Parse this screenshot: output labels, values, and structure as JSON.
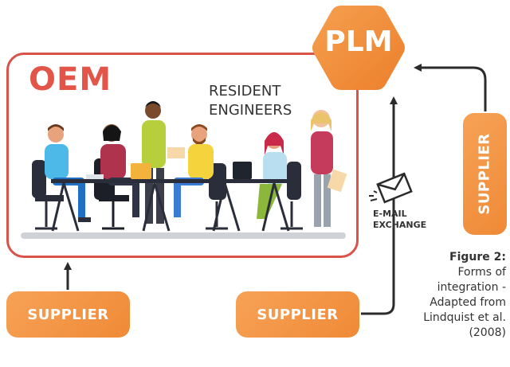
{
  "oem": {
    "title": "OEM"
  },
  "resident": {
    "line1": "RESIDENT",
    "line2": "ENGINEERS"
  },
  "plm": {
    "label": "PLM"
  },
  "suppliers": {
    "left": "SUPPLIER",
    "middle": "SUPPLIER",
    "right": "SUPPLIER"
  },
  "email": {
    "line1": "E-MAIL",
    "line2": "EXCHANGE"
  },
  "caption": {
    "title": "Figure 2:",
    "lines": [
      "Forms of",
      "integration -",
      "Adapted from",
      "Lindquist et al.",
      "(2008)"
    ]
  },
  "colors": {
    "oem_red": "#e25548",
    "frame_red": "#d9534a",
    "plm_orange": "#f08a36",
    "supplier_orange": "#f2913f",
    "arrow": "#2b2b2b"
  },
  "icons": [
    "envelope-icon",
    "arrow-up-icon",
    "arrow-left-icon"
  ]
}
